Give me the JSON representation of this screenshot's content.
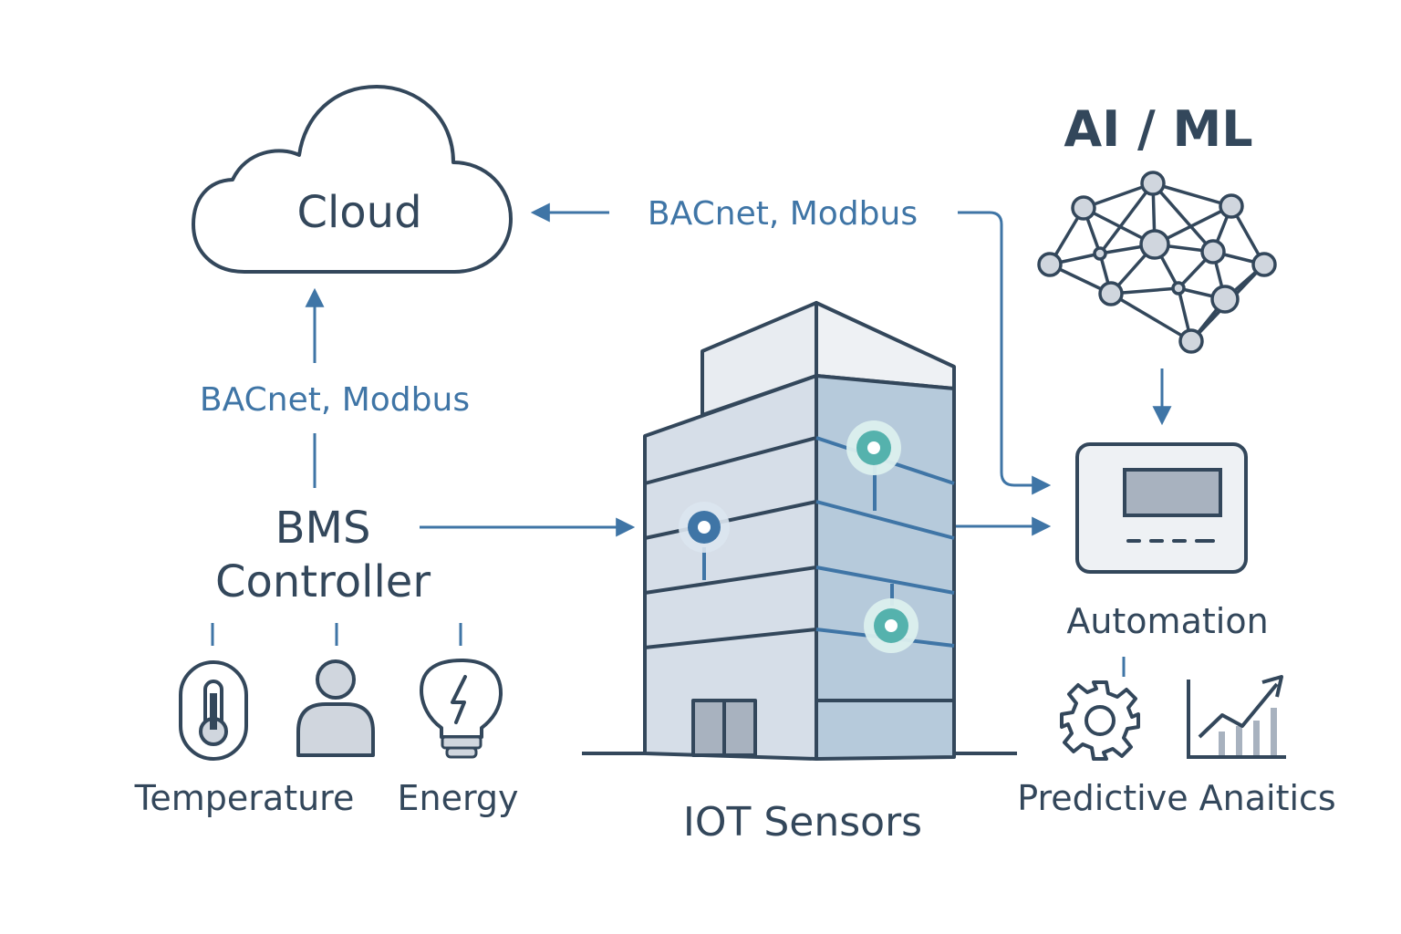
{
  "colors": {
    "dark": "#33475b",
    "accent": "#3f75a6",
    "teal": "#55b2ad",
    "building_light": "#e8ecf1",
    "building_mid": "#d6dee8",
    "building_side": "#b6cadb",
    "icon_fill": "#d0d6de",
    "background": "#ffffff"
  },
  "nodes": {
    "cloud": {
      "label": "Cloud",
      "icon": "cloud-icon"
    },
    "ai_ml": {
      "label": "AI / ML",
      "icon": "neural-network-icon"
    },
    "bms": {
      "label_line1": "BMS",
      "label_line2": "Controller"
    },
    "iot": {
      "label": "IOT Sensors",
      "icon": "building-icon"
    },
    "automation": {
      "label": "Automation",
      "icon": "control-panel-icon"
    },
    "temperature": {
      "label": "Temperature",
      "icon": "thermometer-icon"
    },
    "occupancy": {
      "icon": "person-icon"
    },
    "energy": {
      "label": "Energy",
      "icon": "lightbulb-icon"
    },
    "analytics": {
      "label": "Predictive Anaitics",
      "icons": [
        "gear-icon",
        "chart-icon"
      ]
    }
  },
  "edges": {
    "bms_to_cloud": {
      "label": "BACnet, Modbus"
    },
    "ai_to_cloud": {
      "label": "BACnet, Modbus"
    }
  }
}
